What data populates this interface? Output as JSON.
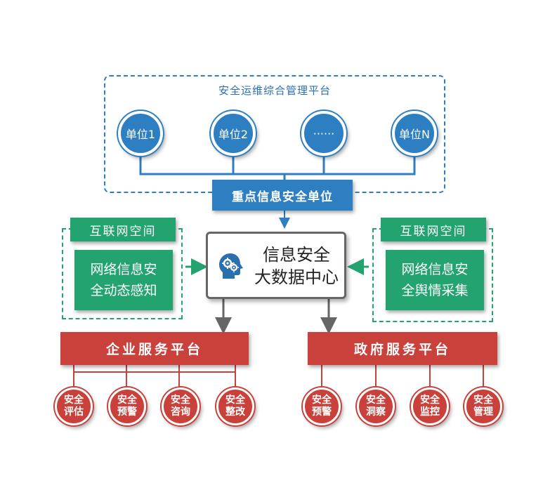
{
  "top_platform": {
    "title": "安全运维综合管理平台",
    "units": [
      "单位1",
      "单位2",
      "······",
      "单位N"
    ],
    "bottom_bar": "重点信息安全单位"
  },
  "left_panel": {
    "label": "互联网空间",
    "box_line1": "网络信息安",
    "box_line2": "全动态感知"
  },
  "right_panel": {
    "label": "互联网空间",
    "box_line1": "网络信息安",
    "box_line2": "全舆情采集"
  },
  "center": {
    "icon": "head-gears-icon",
    "line1": "信息安全",
    "line2": "大数据中心"
  },
  "enterprise": {
    "title": "企业服务平台",
    "services": [
      "安全评估",
      "安全预警",
      "安全咨询",
      "安全整改"
    ]
  },
  "government": {
    "title": "政府服务平台",
    "services": [
      "安全预警",
      "安全洞察",
      "安全监控",
      "安全管理"
    ]
  },
  "colors": {
    "blue": "#2e7fc1",
    "green": "#22a36f",
    "red": "#c9413a",
    "gray": "#666666"
  }
}
